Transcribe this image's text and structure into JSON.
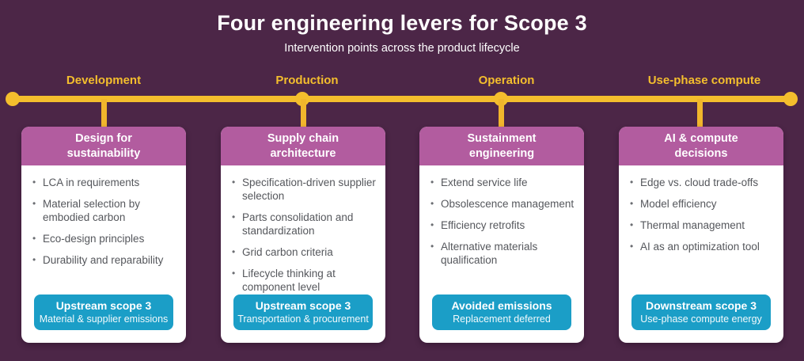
{
  "colors": {
    "background": "#4C2647",
    "timeline_yellow": "#F4BE2D",
    "header_magenta": "#B25C9F",
    "badge_teal": "#1B9EC7",
    "bullet_text_gray": "#55575C",
    "card_background": "#FFFFFF",
    "title_white": "#FFFFFF"
  },
  "header": {
    "title": "Four engineering levers for Scope 3",
    "subtitle": "Intervention points across the product lifecycle"
  },
  "timeline": {
    "phases": [
      "Development",
      "Production",
      "Operation",
      "Use-phase compute"
    ]
  },
  "cards": [
    {
      "phase": "Development",
      "title": "Design for\nsustainability",
      "bullets": [
        "LCA in requirements",
        "Material selection by embodied carbon",
        "Eco-design principles",
        "Durability and reparability"
      ],
      "badge": {
        "title": "Upstream scope 3",
        "subtitle": "Material & supplier emissions"
      }
    },
    {
      "phase": "Production",
      "title": "Supply chain\narchitecture",
      "bullets": [
        "Specification-driven supplier selection",
        "Parts consolidation and standardization",
        "Grid carbon criteria",
        "Lifecycle thinking at component level"
      ],
      "badge": {
        "title": "Upstream scope 3",
        "subtitle": "Transportation & procurement"
      }
    },
    {
      "phase": "Operation",
      "title": "Sustainment\nengineering",
      "bullets": [
        "Extend service life",
        "Obsolescence management",
        "Efficiency retrofits",
        "Alternative materials qualification"
      ],
      "badge": {
        "title": "Avoided emissions",
        "subtitle": "Replacement deferred"
      }
    },
    {
      "phase": "Use-phase compute",
      "title": "AI & compute\ndecisions",
      "bullets": [
        "Edge vs. cloud trade-offs",
        "Model efficiency",
        "Thermal management",
        "AI as an optimization tool"
      ],
      "badge": {
        "title": "Downstream scope 3",
        "subtitle": "Use-phase compute energy"
      }
    }
  ],
  "bullet_glyph": "•"
}
